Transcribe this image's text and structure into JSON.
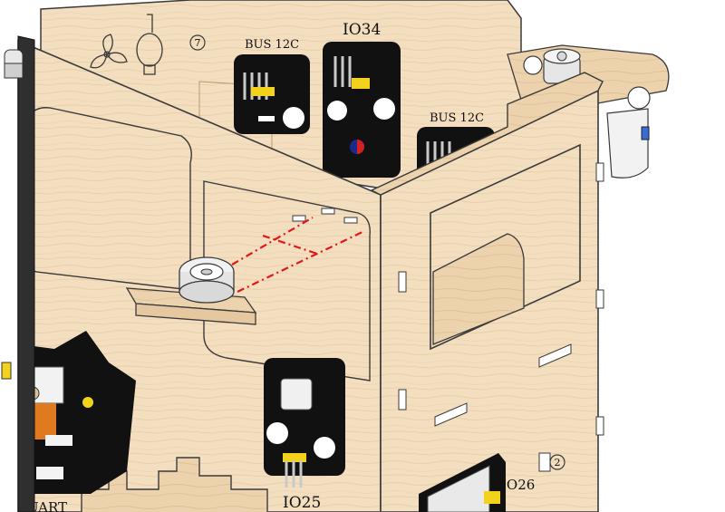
{
  "labels": {
    "bus_left": "BUS 12C",
    "io34": "IO34",
    "bus_right": "BUS 12C",
    "io25": "IO25",
    "io26": "IO26",
    "uart": "UART",
    "step_7": "7",
    "step_2": "2"
  },
  "colors": {
    "wood": "#f3dfc0",
    "wood_dark": "#e9cfa8",
    "outline": "#3a3a3a",
    "module": "#111111",
    "pin": "#c9c9c9",
    "connector": "#f2d21b",
    "guide": "#e01818",
    "bracket": "#2f2f2f",
    "wire": "#e07a20"
  }
}
